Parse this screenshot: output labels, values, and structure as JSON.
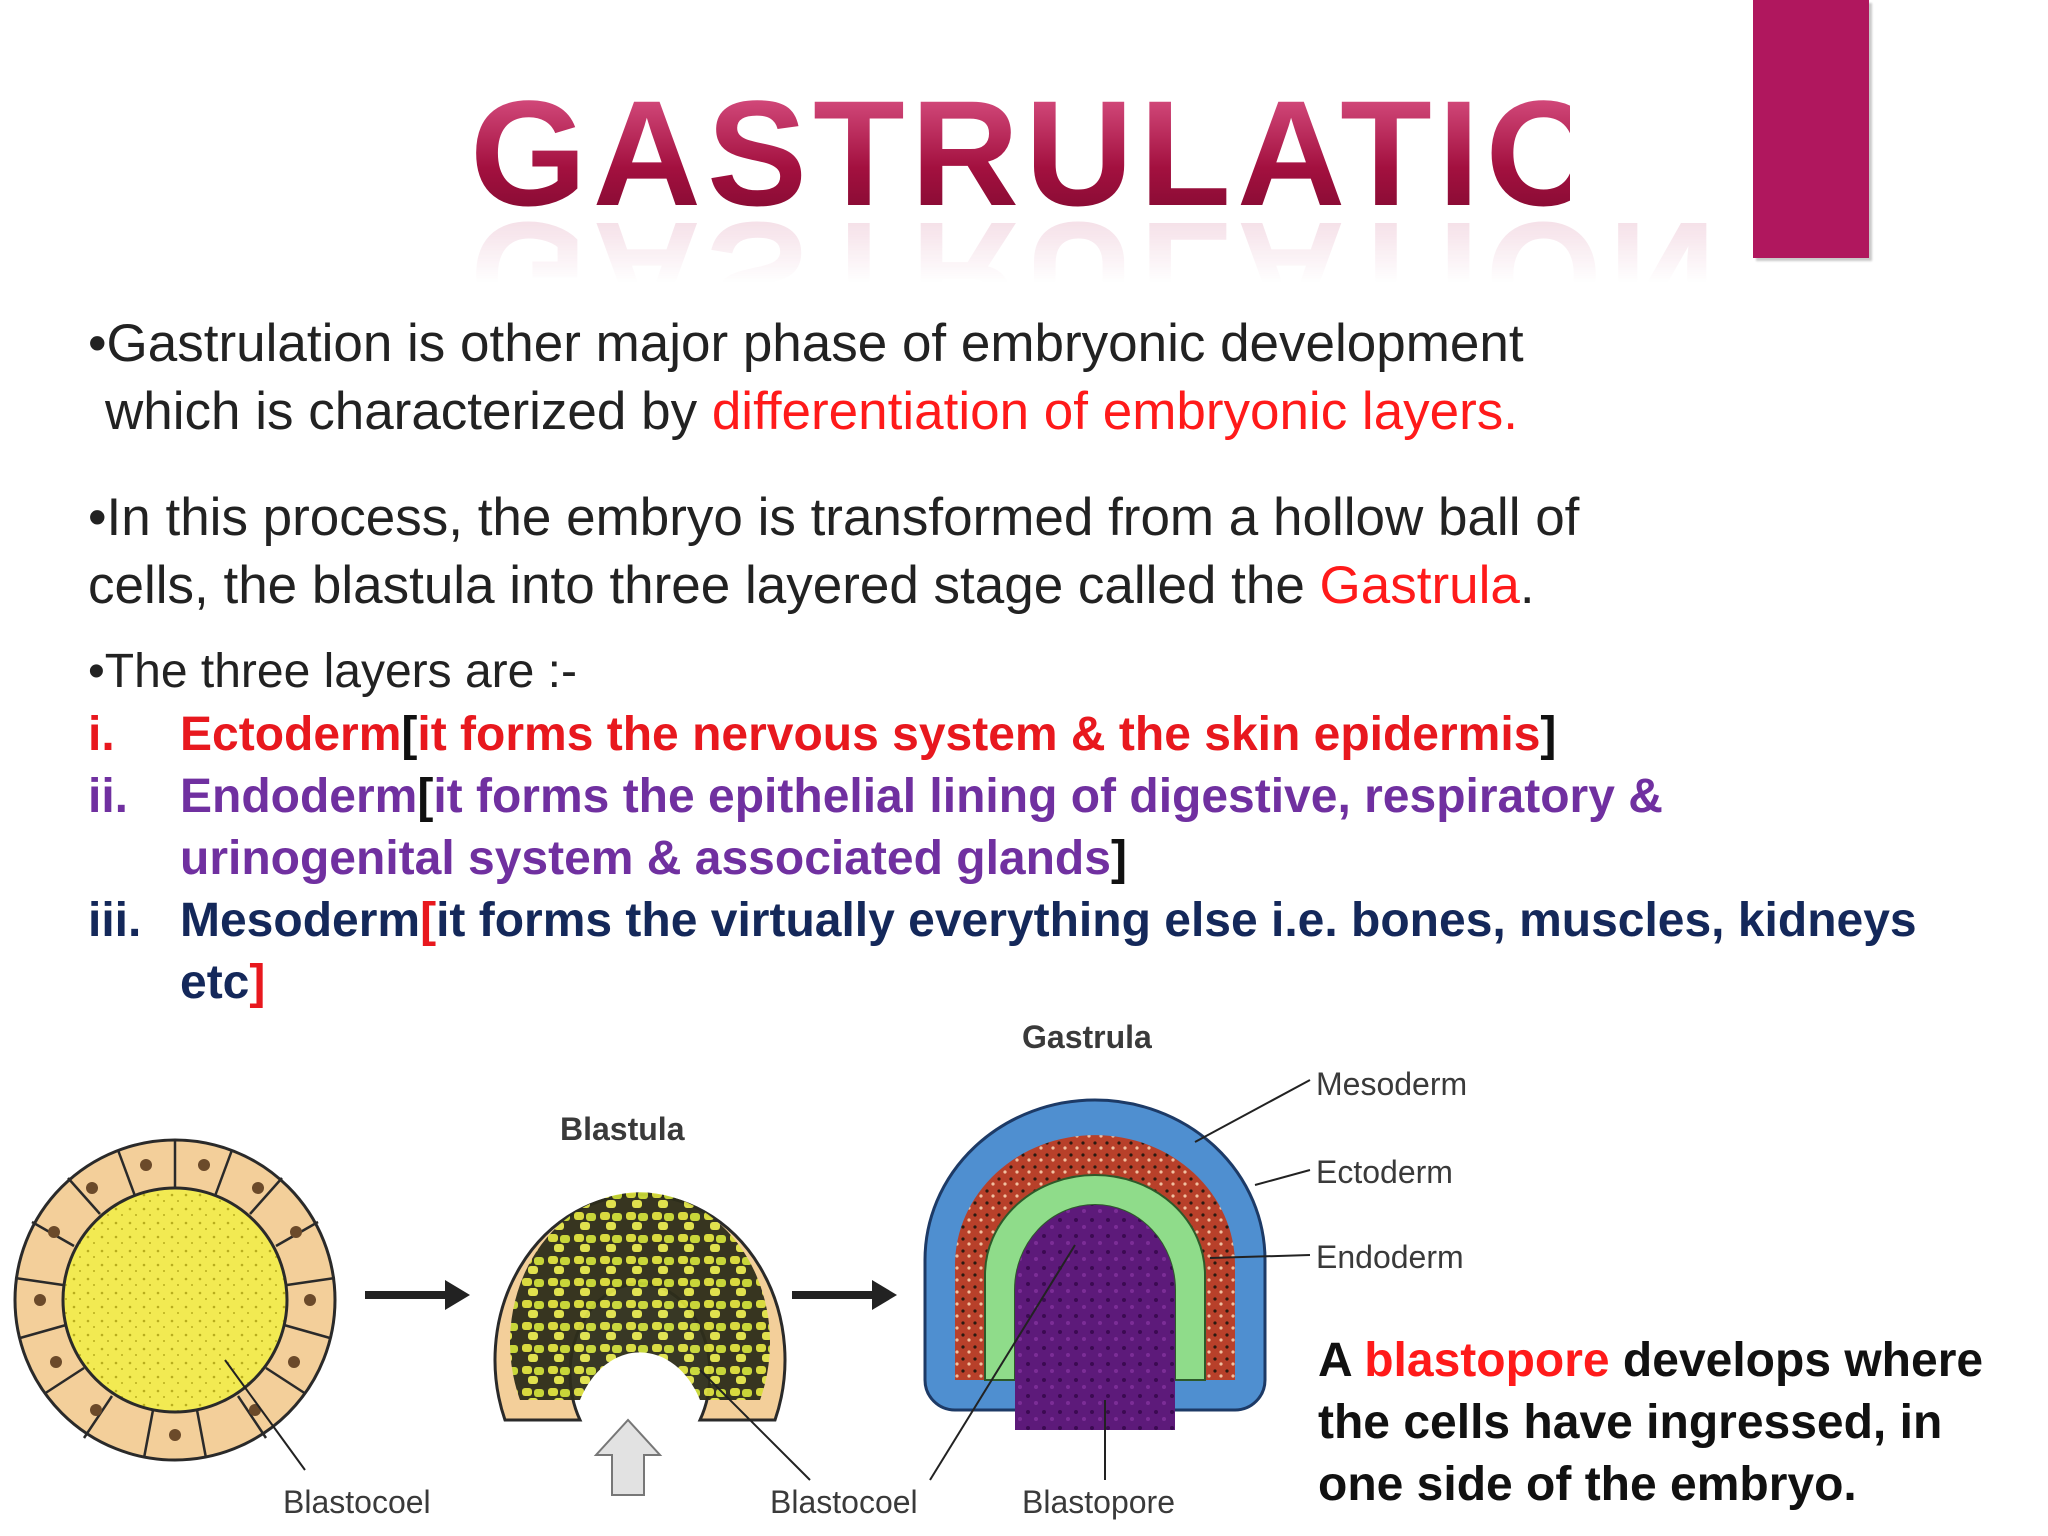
{
  "title": "GASTRULATION",
  "paragraphs": {
    "p1_line1": "•Gastrulation is other major phase of embryonic development",
    "p1_line2_plain": "which is characterized by ",
    "p1_line2_red": "differentiation of embryonic layers.",
    "p2_line1": "•In this process, the embryo is transformed from a hollow ball of",
    "p2_line2_plain": "cells, the blastula into three layered stage called the ",
    "p2_line2_red": "Gastrula",
    "p2_line2_end": "."
  },
  "layers": {
    "heading": "•The three layers are :-",
    "items": [
      {
        "num": "i.",
        "name": "Ectoderm",
        "open": "[",
        "desc": "it forms the nervous system & the skin epidermis",
        "close": "]"
      },
      {
        "num": "ii.",
        "name": "Endoderm",
        "open": "[",
        "desc": "it forms the epithelial lining of digestive, respiratory & urinogenital system & associated glands",
        "close": "]"
      },
      {
        "num": "iii.",
        "name": "Mesoderm",
        "open": "[",
        "desc": "it forms the virtually everything else i.e. bones, muscles, kidneys etc",
        "close": "]"
      }
    ]
  },
  "diagram": {
    "label_blastula": "Blastula",
    "label_gastrula": "Gastrula",
    "label_blastocoel_1": "Blastocoel",
    "label_blastocoel_2": "Blastocoel",
    "label_blastopore": "Blastopore",
    "label_mesoderm": "Mesoderm",
    "label_ectoderm": "Ectoderm",
    "label_endoderm": "Endoderm"
  },
  "caption": {
    "part1": "A ",
    "highlight": "blastopore",
    "part2": " develops where the cells have ingressed, in one side of the embryo."
  },
  "colors": {
    "accent": "#b0175e",
    "title": "#b3124f",
    "highlight_red": "#ff1a1a",
    "ectoderm": "#e8181e",
    "endoderm": "#7030a0",
    "mesoderm": "#14285a"
  }
}
